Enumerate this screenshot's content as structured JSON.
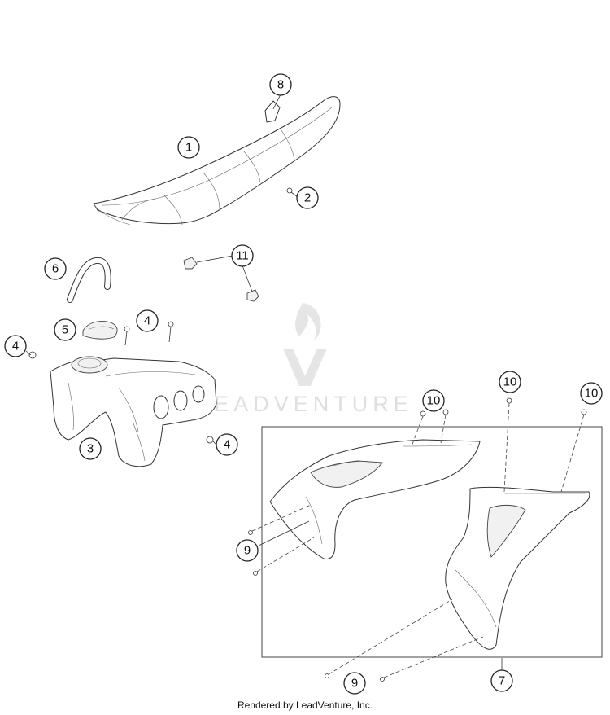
{
  "diagram": {
    "callouts": {
      "seat": "1",
      "seat_screw": "2",
      "fuel_tank": "3",
      "tank_screw_top": "4",
      "tank_washer_left": "4",
      "tank_screw_right": "4",
      "tank_cap": "5",
      "breather_hose": "6",
      "side_cover_assembly": "7",
      "seat_pin": "8",
      "cover_screw_left_upper": "9",
      "cover_screw_bottom": "9",
      "cover_screw_a": "10",
      "cover_screw_b": "10",
      "cover_screw_c": "10",
      "clip_nut": "11"
    }
  },
  "watermark": {
    "text": "LEADVENTURE"
  },
  "footer": {
    "text": "Rendered by LeadVenture, Inc."
  }
}
